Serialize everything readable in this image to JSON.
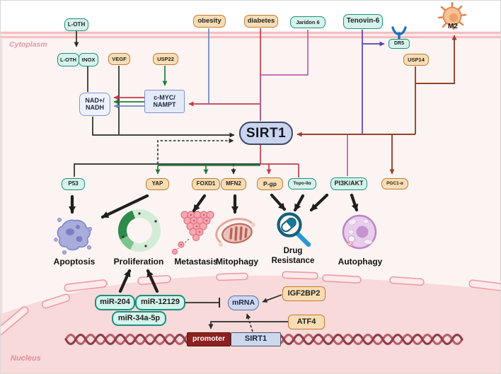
{
  "figure": {
    "compartments": {
      "cytoplasm": "Cytoplasm",
      "nucleus": "Nucleus"
    },
    "colors": {
      "teal_fill": "#d5f3ec",
      "teal_border": "#1d8f7c",
      "orange_fill": "#f8ddb4",
      "orange_border": "#c07a34",
      "blue_fill": "#eef2fb",
      "blue_border": "#8093cc",
      "sirt1_fill": "#c9d4ef",
      "promoter_fill": "#8e2020",
      "arrow_black": "#2b2b2b",
      "arrow_green": "#1e8038",
      "arrow_red": "#c43b4e",
      "arrow_blue": "#6e86c8",
      "arrow_magenta": "#bd5fa8",
      "arrow_violet": "#5a3eb8",
      "arrow_brown": "#94422b",
      "arrow_rose": "#bb5380",
      "membrane_pink": "#f1b3b8",
      "nucleus_pink": "#f8dada"
    },
    "nodes": {
      "loth_top": "L-OTH",
      "loth": "L-OTH",
      "tnox": "tNOX",
      "vegf": "VEGF",
      "usp22": "USP22",
      "obesity": "obesity",
      "diabetes": "diabetes",
      "jaridon6": "Jaridon 6",
      "tenovin6": "Tenovin-6",
      "dr5": "DR5",
      "usp14": "USP14",
      "m2": "M2",
      "nad_line1": "NAD+/",
      "nad_line2": "NADH",
      "cmyc_line1": "c-MYC/",
      "cmyc_line2": "NAMPT",
      "sirt1": "SIRT1",
      "p53": "P53",
      "yap": "YAP",
      "foxd1": "FOXD1",
      "mfn2": "MFN2",
      "pgp": "P-gp",
      "topo2a": "Topo-IIα",
      "pi3k_akt": "PI3K/AKT",
      "pgc1a": "PGC1-α",
      "mir204": "miR-204",
      "mir12129": "miR-12129",
      "mir34a5p": "miR-34a-5p",
      "mrna": "mRNA",
      "igf2bp2": "IGF2BP2",
      "atf4": "ATF4",
      "promoter": "promoter",
      "sirt1_gene": "SIRT1"
    },
    "outcomes": {
      "apoptosis": "Apoptosis",
      "proliferation": "Proliferation",
      "metastasis": "Metastasis",
      "mitophagy": "Mitophagy",
      "drug_resistance": "Drug Resistance",
      "autophagy": "Autophagy"
    }
  }
}
